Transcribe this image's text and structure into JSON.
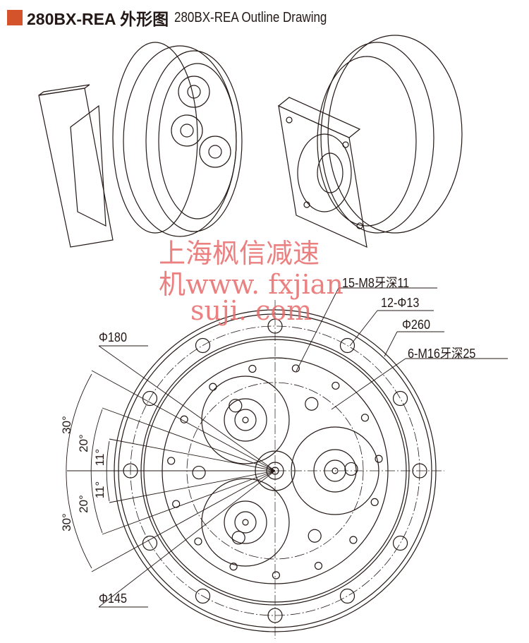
{
  "title": {
    "model": "280BX-REA 外形图",
    "subtitle": "280BX-REA Outline Drawing",
    "accent": "#d4532a"
  },
  "labels": {
    "holes_m8": "15-M8牙深11",
    "holes_13": "12-Φ13",
    "d260": "Φ260",
    "holes_m16": "6-M16牙深25",
    "d180": "Φ180",
    "d145": "Φ145"
  },
  "angles": [
    "30°",
    "20°",
    "11°",
    "11°",
    "20°",
    "30°"
  ],
  "watermark": {
    "line1": "上海枫信减速",
    "line2": "机www. fxjian",
    "line3": "suji. com"
  }
}
